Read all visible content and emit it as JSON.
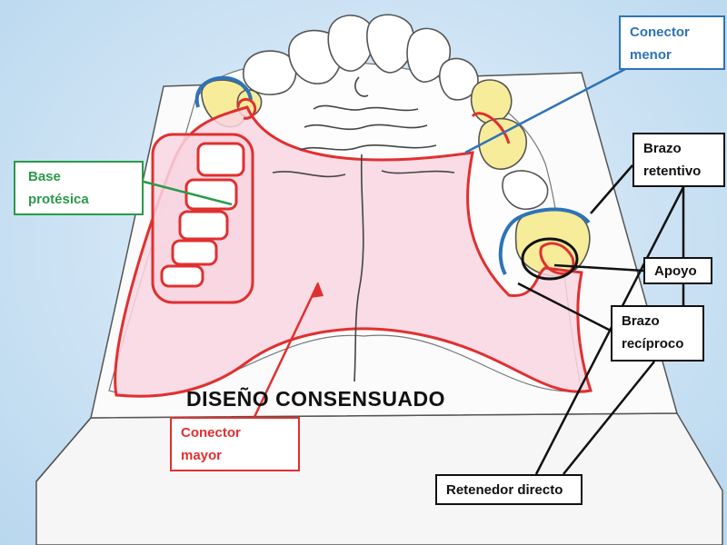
{
  "title": "DISEÑO CONSENSUADO",
  "labels": {
    "conector_menor": [
      "Conector",
      "menor"
    ],
    "base_protesica": [
      "Base",
      "protésica"
    ],
    "brazo_retentivo": [
      "Brazo",
      "retentivo"
    ],
    "apoyo": "Apoyo",
    "brazo_reciproco": [
      "Brazo",
      "recíproco"
    ],
    "retenedor_directo": "Retenedor directo",
    "conector_mayor": [
      "Conector",
      "mayor"
    ]
  },
  "colors": {
    "conector_menor": "#2e73b8",
    "base_protesica": "#2a9a4a",
    "conector_mayor": "#e03030",
    "black_labels": "#111111",
    "denture_fill": "#f8d6e2",
    "abutment_teeth": "#f7ec9a"
  }
}
